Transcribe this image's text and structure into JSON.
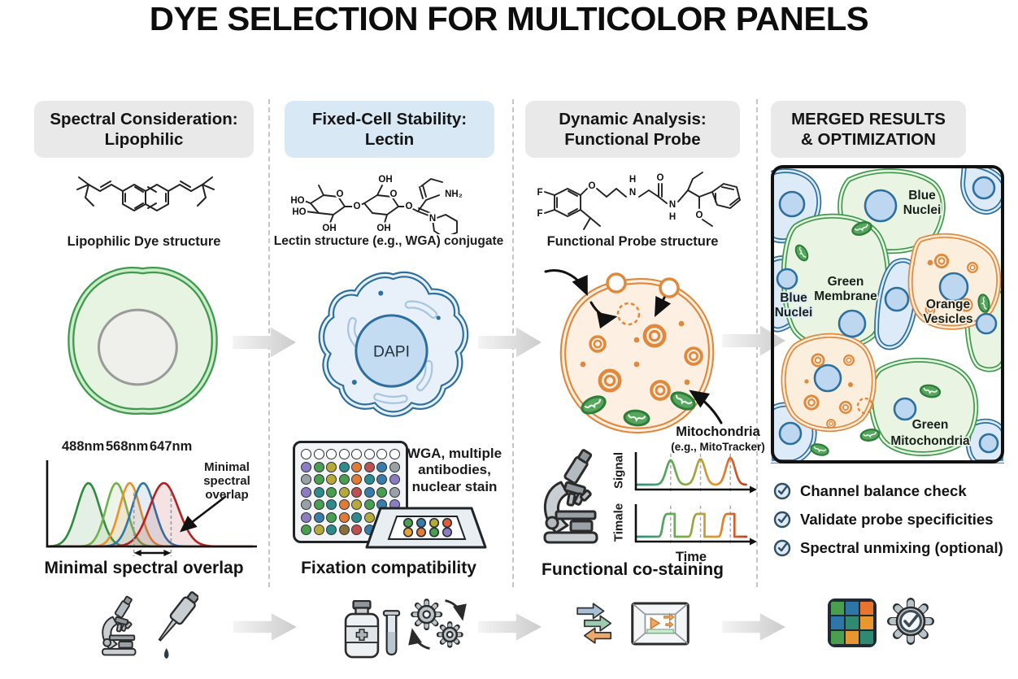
{
  "title": "DYE SELECTION FOR MULTICOLOR PANELS",
  "columns": [
    {
      "header_line1": "Spectral Consideration:",
      "header_line2": "Lipophilic",
      "structure_label": "Lipophilic Dye structure",
      "caption": "Minimal spectral overlap"
    },
    {
      "header_line1": "Fixed-Cell Stability:",
      "header_line2": "Lectin",
      "structure_label": "Lectin structure (e.g., WGA) conjugate",
      "cell_label": "DAPI",
      "side_note_lines": [
        "WGA, multiple",
        "antibodies,",
        "nuclear stain"
      ],
      "caption": "Fixation compatibility"
    },
    {
      "header_line1": "Dynamic Analysis:",
      "header_line2": "Functional Probe",
      "structure_label": "Functional Probe structure",
      "annotation_line1": "Mitochondria",
      "annotation_line2": "(e.g., MitoTracker)",
      "caption": "Functional co-staining"
    },
    {
      "header_line1": "MERGED RESULTS",
      "header_line2": "& OPTIMIZATION",
      "merged_labels": [
        {
          "lines": [
            "Blue",
            "Nuclei"
          ]
        },
        {
          "lines": [
            "Green",
            "Membrane"
          ]
        },
        {
          "lines": [
            "Blue",
            "Nuclei"
          ]
        },
        {
          "lines": [
            "Orange",
            "Vesicles"
          ]
        },
        {
          "lines": [
            "Green",
            "Mitochondria"
          ]
        }
      ],
      "checklist": [
        "Channel balance check",
        "Validate probe specificities",
        "Spectral unmixing (optional)"
      ]
    }
  ],
  "chart_data": [
    {
      "type": "line",
      "name": "emission-spectra",
      "peak_labels": [
        "488nm",
        "568nm",
        "647nm"
      ],
      "annotation": "Minimal spectral overlap",
      "caption": "Minimal spectral overlap",
      "xlabel": "",
      "ylabel": "",
      "series": [
        {
          "name": "dye-488",
          "peak_rel": 0.2,
          "sigma_rel": 0.055,
          "color": "#2e8b3d"
        },
        {
          "name": "dye-520",
          "peak_rel": 0.335,
          "sigma_rel": 0.05,
          "color": "#74b04c"
        },
        {
          "name": "dye-568",
          "peak_rel": 0.4,
          "sigma_rel": 0.05,
          "color": "#e8912d"
        },
        {
          "name": "dye-600",
          "peak_rel": 0.465,
          "sigma_rel": 0.055,
          "color": "#2e76a8"
        },
        {
          "name": "dye-647",
          "peak_rel": 0.565,
          "sigma_rel": 0.07,
          "color": "#b22222"
        }
      ],
      "overlap_band_rel": [
        0.42,
        0.6
      ]
    },
    {
      "type": "line",
      "name": "signal-vs-time",
      "ylabel": "Signal",
      "pulse_centers_rel": [
        0.3,
        0.57,
        0.84
      ],
      "gradient": [
        "#2a8f80",
        "#6fae4e",
        "#e8962e",
        "#c23b2b"
      ]
    },
    {
      "type": "line",
      "name": "timale-vs-time",
      "ylabel": "Timale",
      "xlabel": "Time",
      "pulse_centers_rel": [
        0.3,
        0.57,
        0.84
      ],
      "gradient": [
        "#2a8f80",
        "#6fae4e",
        "#e8962e",
        "#c23b2b"
      ]
    }
  ],
  "structures": {
    "lectin_atoms": [
      "HO",
      "HO",
      "OH",
      "OH",
      "O",
      "O",
      "OH",
      "O",
      "O",
      "N",
      "NH₂"
    ],
    "probe_atoms": [
      "F",
      "F",
      "O",
      "H",
      "N",
      "O",
      "N",
      "H",
      "O"
    ]
  },
  "well_plate": {
    "colors": [
      [
        "#ffffff",
        "#ffffff",
        "#ffffff",
        "#ffffff",
        "#ffffff",
        "#ffffff",
        "#ffffff",
        "#ffffff"
      ],
      [
        "#8e7cc3",
        "#4a9e4f",
        "#b5a93a",
        "#2e8b8b",
        "#e07b39",
        "#c0504d",
        "#3a7ca8",
        "#9aa0a6"
      ],
      [
        "#9aa0a6",
        "#4a9e4f",
        "#b5a93a",
        "#4a9e4f",
        "#e07b39",
        "#2e8b8b",
        "#3a7ca8",
        "#8e7cc3"
      ],
      [
        "#8e7cc3",
        "#2e8b8b",
        "#4a9e4f",
        "#b5a93a",
        "#c0504d",
        "#3a7ca8",
        "#4a9e4f",
        "#9aa0a6"
      ],
      [
        "#9aa0a6",
        "#4a9e4f",
        "#2e8b8b",
        "#e07b39",
        "#b5a93a",
        "#4a9e4f",
        "#3a7ca8",
        "#8e7cc3"
      ],
      [
        "#8e7cc3",
        "#3a7ca8",
        "#4a9e4f",
        "#e07b39",
        "#2e8b8b",
        "#b5a93a",
        "#c0504d",
        "#9aa0a6"
      ],
      [
        "#4a9e4f",
        "#b5a93a",
        "#2e8b8b",
        "#8a6f3a",
        "#c0504d",
        "#3a7ca8",
        "#4a9e4f",
        "#8e7cc3"
      ]
    ]
  },
  "slide_dots": [
    [
      "#4a9e4f",
      "#3a7ca8",
      "#b5a93a",
      "#e05c39"
    ],
    [
      "#e8a23a",
      "#e07b39",
      "#4a9e4f",
      "#8e7cc3"
    ]
  ],
  "color_grid": [
    [
      "#4a9e4f",
      "#2e76a8",
      "#e8742e"
    ],
    [
      "#2e76a8",
      "#2e8b6f",
      "#e8962e"
    ],
    [
      "#4a9e4f",
      "#e8962e",
      "#2e8b6f"
    ]
  ],
  "colors": {
    "header_gray": "#e9e9e9",
    "header_blue": "#d8e8f4",
    "green_cell": "#3f9a4e",
    "blue_cell": "#2d6f9e",
    "orange_cell": "#e0883c",
    "check_icon": "#2f4f66"
  },
  "icons": {
    "bottom_row": [
      "microscope-icon",
      "pipette-icon",
      "arrow-right-icon",
      "reagent-bottle-icon",
      "test-tube-icon",
      "gears-cycle-icon",
      "arrow-right-icon",
      "transfer-arrows-icon",
      "imaging-screen-icon",
      "arrow-right-icon",
      "color-grid-icon",
      "gear-check-icon"
    ],
    "checklist_icon": "check-circle-icon"
  }
}
